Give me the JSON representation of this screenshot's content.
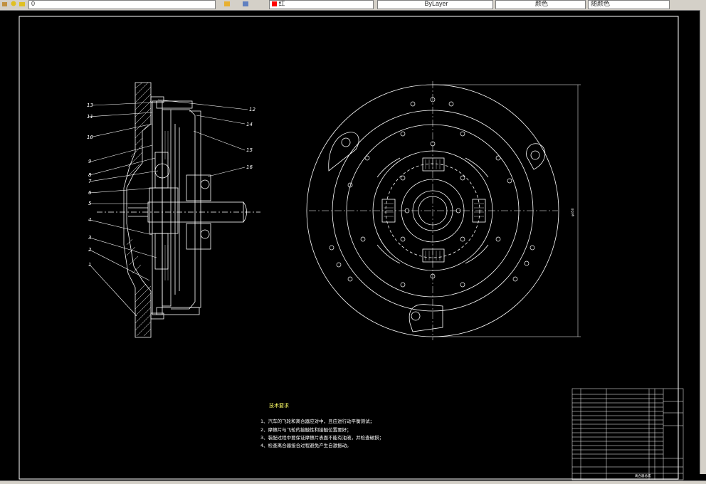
{
  "toolbar": {
    "layer_field": "0",
    "color_field": "红",
    "linetype_field": "ByLayer",
    "lineweight_field": "颜色",
    "plotstyle_field": "随颜色"
  },
  "drawing": {
    "scale_note": "",
    "part_labels_left": [
      "13",
      "11",
      "10",
      "9",
      "8",
      "7",
      "6",
      "5",
      "4",
      "3",
      "2",
      "1"
    ],
    "part_labels_right": [
      "12",
      "14",
      "15",
      "16"
    ],
    "dimension_label": "φ350",
    "tech_requirements": {
      "title": "技术要求",
      "items": [
        "1、汽车的飞轮和离合器应对中，且应进行动平衡测试；",
        "2、摩擦片与飞轮的接触性和接触位置要好；",
        "3、装配过程中要保证摩擦片表面不能有油液，并检查破损；",
        "4、检查离合器接合过程避免产生自激振动。"
      ]
    },
    "title_block": {
      "drawing_name": "离合器总成"
    }
  },
  "colors": {
    "background": "#000000",
    "lines": "#ffffff",
    "note_title": "#ffff66",
    "toolbar": "#d4d0c8"
  }
}
